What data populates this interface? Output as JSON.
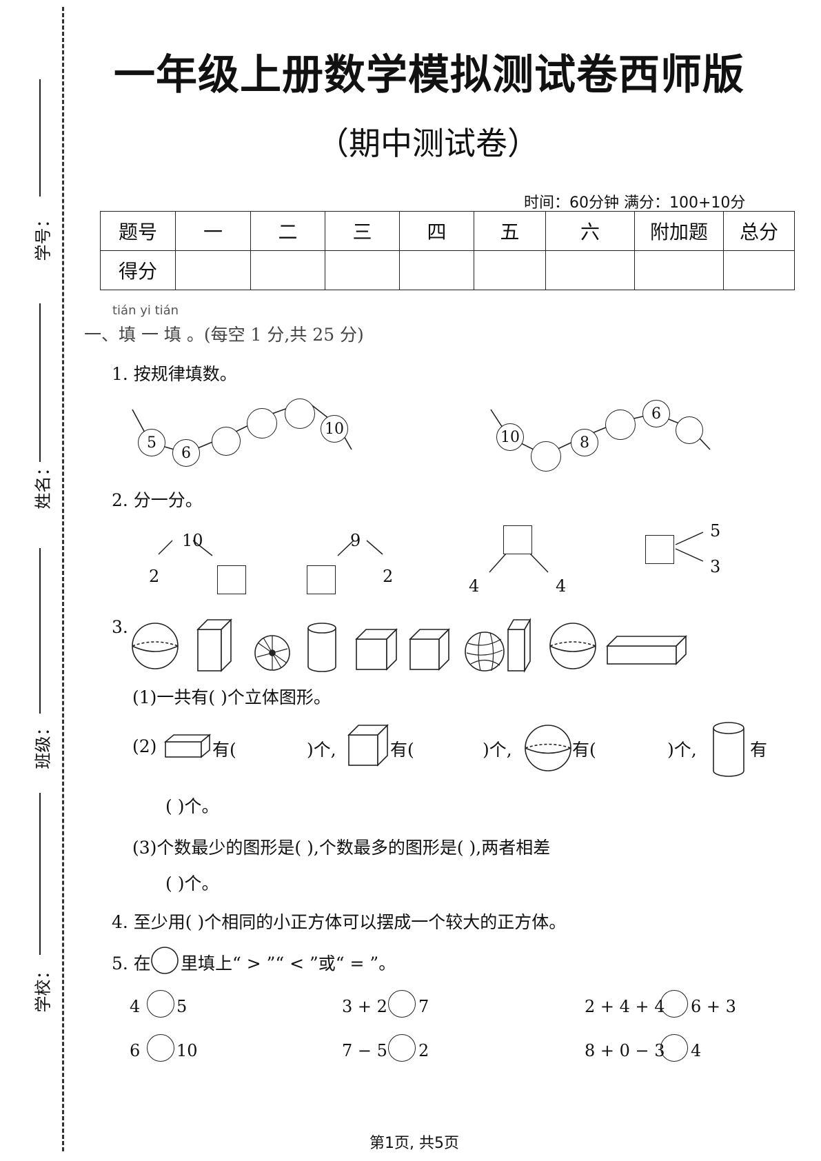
{
  "side_labels": [
    "学号：",
    "姓名：",
    "班级：",
    "学校："
  ],
  "title": "一年级上册数学模拟测试卷西师版",
  "subtitle": "（期中测试卷）",
  "time_info": "时间：60分钟  满分：100+10分",
  "score_table": {
    "header_label": "题号",
    "columns": [
      "一",
      "二",
      "三",
      "四",
      "五",
      "六",
      "附加题",
      "总分"
    ],
    "row_label": "得分"
  },
  "section1": {
    "pinyin": "tián yi tián",
    "heading": "一、填 一 填 。(每空 1 分,共 25 分)",
    "q1": {
      "label": "1. 按规律填数。",
      "chain_left": [
        "5",
        "6",
        "",
        "",
        "",
        "10"
      ],
      "chain_right": [
        "10",
        "",
        "8",
        "",
        "6",
        ""
      ]
    },
    "q2": {
      "label": "2. 分一分。",
      "trees": [
        {
          "top": "10",
          "left": "2",
          "right": ""
        },
        {
          "top": "9",
          "left": "",
          "right": "2"
        },
        {
          "top": "",
          "left": "4",
          "right": "4"
        },
        {
          "root": "",
          "upper": "5",
          "lower": "3"
        }
      ]
    },
    "q3": {
      "number": "3.",
      "shapes": [
        "sphere",
        "cuboid",
        "ball",
        "cylinder",
        "cube",
        "cube",
        "ball",
        "cuboid",
        "sphere",
        "cuboid"
      ],
      "sub1": "(1)一共有(          )个立体图形。",
      "sub2_prefix": "(2)",
      "sub2_you": "有(",
      "sub2_ge": ")个,",
      "sub2_last": "有",
      "sub2_cont": "(          )个。",
      "sub3": "(3)个数最少的图形是(          ),个数最多的图形是(          ),两者相差",
      "sub3_cont": "(          )个。"
    },
    "q4": "4. 至少用(          )个相同的小正方体可以摆成一个较大的正方体。",
    "q5": {
      "label_before": "5. 在",
      "label_after": "里填上“ > ”“ < ”或“ = ”。",
      "rows": [
        [
          {
            "left": "4",
            "right": "5"
          },
          {
            "left": "3 + 2",
            "right": "7"
          },
          {
            "left": "2 + 4 + 4",
            "right": "6 + 3"
          }
        ],
        [
          {
            "left": "6",
            "right": "10"
          },
          {
            "left": "7 − 5",
            "right": "2"
          },
          {
            "left": "8 + 0 − 3",
            "right": "4"
          }
        ]
      ]
    }
  },
  "footer": "第1页, 共5页"
}
